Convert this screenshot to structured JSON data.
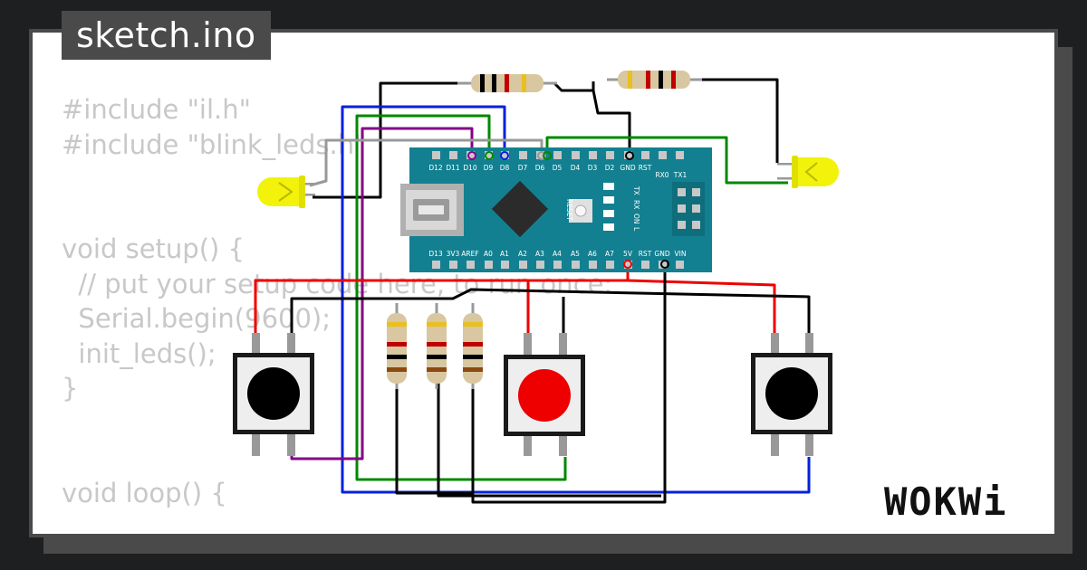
{
  "file_tab": {
    "name": "sketch.ino"
  },
  "code_lines": [
    "#include \"il.h\"",
    "#include \"blink_leds.h\"",
    "",
    "",
    "void setup() {",
    "  // put your setup code here, to run once:",
    "  Serial.begin(9600);",
    "  init_leds();",
    "}",
    "",
    "",
    "void loop() {"
  ],
  "board": {
    "reset_label": "RESET",
    "top_pins": [
      "D12",
      "D11",
      "D10",
      "D9",
      "D8",
      "D7",
      "D6",
      "D5",
      "D4",
      "D3",
      "D2",
      "GND",
      "RST",
      "RX0",
      "TX1"
    ],
    "bottom_pins": [
      "D13",
      "3V3",
      "AREF",
      "A0",
      "A1",
      "A2",
      "A3",
      "A4",
      "A5",
      "A6",
      "A7",
      "5V",
      "RST",
      "GND",
      "VIN"
    ],
    "leds": [
      "TX",
      "RX",
      "ON",
      "L"
    ]
  },
  "brand": {
    "name": "WOKWi"
  },
  "colors": {
    "wire_black": "#000000",
    "wire_blue": "#0022dd",
    "wire_green": "#008800",
    "wire_red": "#ee0000",
    "wire_purple": "#880088",
    "wire_gray": "#999999",
    "board": "#128090",
    "led_yellow": "#f2f20a",
    "button_red": "#ee0000"
  },
  "icons": [
    "usb-port-icon",
    "chip-icon",
    "led-icon",
    "pushbutton-icon",
    "resistor-icon"
  ]
}
